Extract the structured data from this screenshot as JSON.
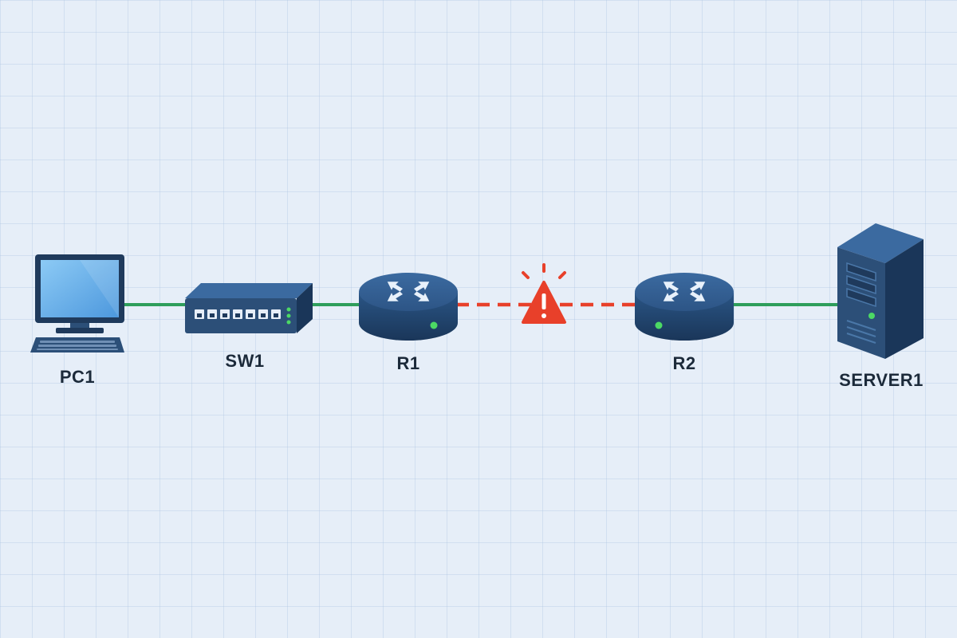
{
  "topology": {
    "nodes": [
      {
        "id": "pc1",
        "type": "pc",
        "label": "PC1"
      },
      {
        "id": "sw1",
        "type": "switch",
        "label": "SW1"
      },
      {
        "id": "r1",
        "type": "router",
        "label": "R1"
      },
      {
        "id": "r2",
        "type": "router",
        "label": "R2"
      },
      {
        "id": "server1",
        "type": "server",
        "label": "SERVER1"
      }
    ],
    "links": [
      {
        "from": "pc1",
        "to": "sw1",
        "status": "up"
      },
      {
        "from": "sw1",
        "to": "r1",
        "status": "up"
      },
      {
        "from": "r1",
        "to": "r2",
        "status": "down",
        "alert_icon": "warning-icon"
      },
      {
        "from": "r2",
        "to": "server1",
        "status": "up"
      }
    ]
  },
  "colors": {
    "link_up": "#2e9e5b",
    "link_down": "#e8402a",
    "device_body": "#2c4f78",
    "device_dark": "#1f3a5c",
    "led": "#4cd964",
    "screen": "#6fb3ec",
    "label": "#1c2a3a"
  }
}
